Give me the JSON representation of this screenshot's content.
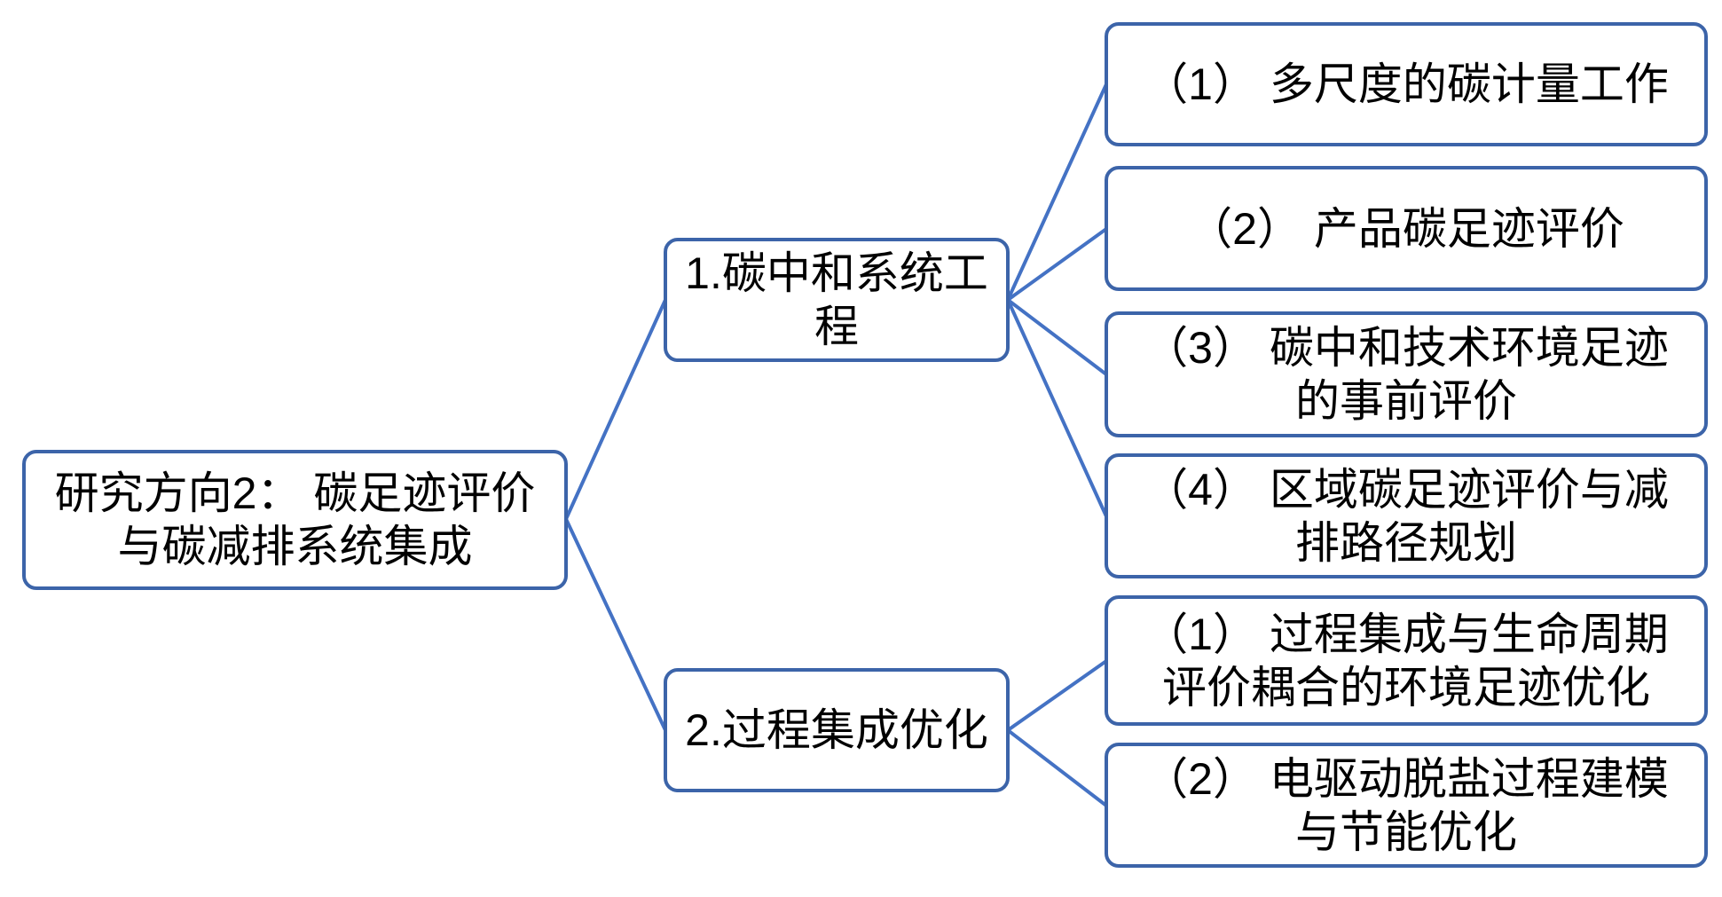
{
  "colors": {
    "background": "#ffffff",
    "text": "#000000",
    "box_border": "#3c64a9",
    "connector": "#4472c4"
  },
  "diagram": {
    "root": {
      "label": "研究方向2： 碳足迹评价\n与碳减排系统集成"
    },
    "branches": [
      {
        "label": "1.碳中和系统工\n程",
        "children": [
          {
            "label": "（1） 多尺度的碳计量工作"
          },
          {
            "label": "（2） 产品碳足迹评价"
          },
          {
            "label": "（3） 碳中和技术环境足迹\n的事前评价"
          },
          {
            "label": "（4） 区域碳足迹评价与减\n排路径规划"
          }
        ]
      },
      {
        "label": "2.过程集成优化",
        "children": [
          {
            "label": "（1） 过程集成与生命周期\n评价耦合的环境足迹优化"
          },
          {
            "label": "（2） 电驱动脱盐过程建模\n与节能优化"
          }
        ]
      }
    ]
  }
}
